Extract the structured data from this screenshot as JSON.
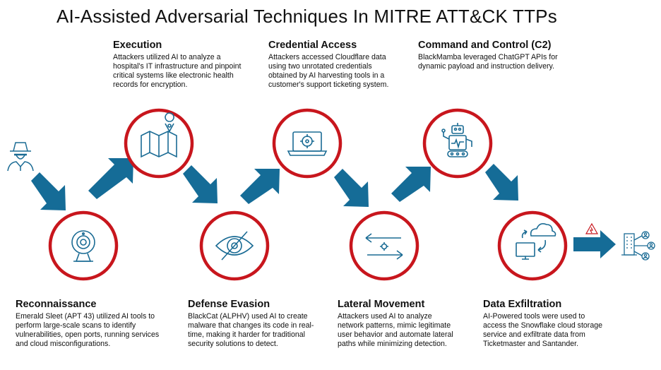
{
  "title": "AI-Assisted Adversarial Techniques In MITRE ATT&CK TTPs",
  "stages": [
    {
      "name": "Reconnaissance",
      "text": "Emerald Sleet (APT 43) utilized AI tools to perform large-scale scans to identify vulnerabilities, open ports, running services and cloud misconfigurations.",
      "icon": "webcam-icon"
    },
    {
      "name": "Execution",
      "text": "Attackers utilized AI to analyze a hospital's IT infrastructure and pinpoint critical systems like electronic health records for encryption.",
      "icon": "map-pin-icon"
    },
    {
      "name": "Defense Evasion",
      "text": "BlackCat (ALPHV) used AI to create malware that changes its code in real-time, making it harder for traditional security solutions to detect.",
      "icon": "eye-slash-icon"
    },
    {
      "name": "Credential Access",
      "text": "Attackers accessed Cloudflare data using two unrotated credentials obtained by AI harvesting tools in a customer's support ticketing system.",
      "icon": "laptop-target-icon"
    },
    {
      "name": "Lateral Movement",
      "text": "Attackers used AI to analyze network patterns, mimic legitimate user behavior and automate lateral paths while minimizing detection.",
      "icon": "exchange-arrows-icon"
    },
    {
      "name": "Command and Control (C2)",
      "text": "BlackMamba leveraged ChatGPT APIs for dynamic payload and instruction delivery.",
      "icon": "robot-icon"
    },
    {
      "name": "Data Exfiltration",
      "text": "AI-Powered tools were used to access the Snowflake cloud storage service and exfiltrate data from Ticketmaster and Santander.",
      "icon": "cloud-transfer-icon"
    }
  ],
  "icons": {
    "attacker": "hacker-icon",
    "warning": "warning-icon",
    "target": "organization-users-icon"
  },
  "colors": {
    "ring": "#c8161d",
    "arrow": "#156c97",
    "icon": "#1a6b94"
  }
}
